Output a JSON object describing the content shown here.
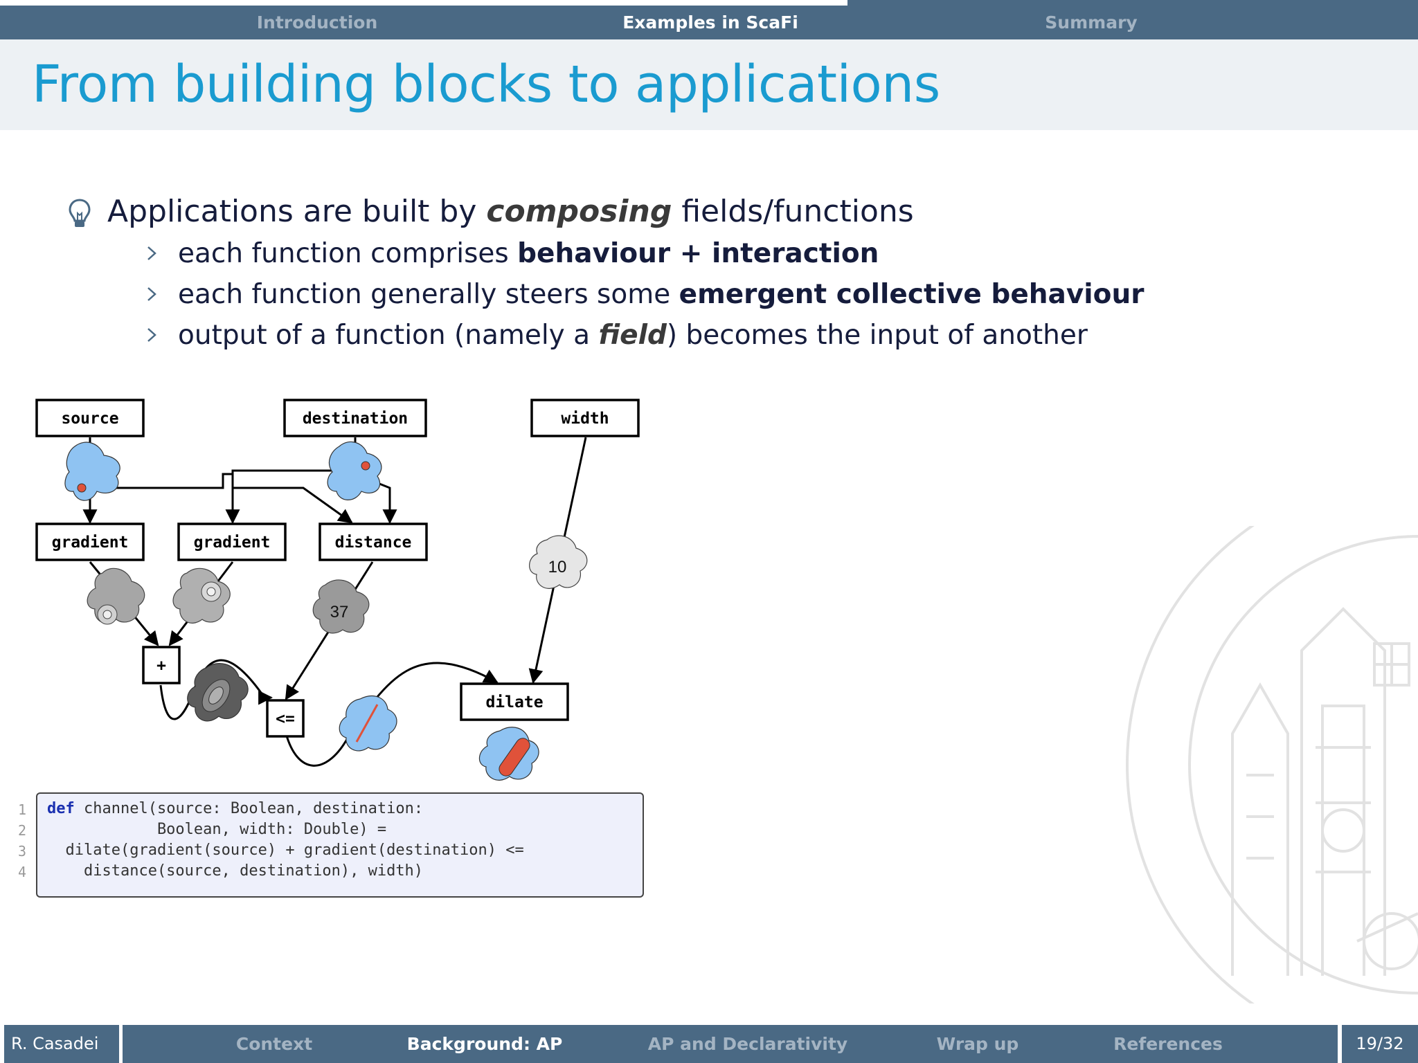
{
  "header": {
    "sections": [
      "Introduction",
      "Examples in ScaFi",
      "Summary"
    ],
    "active_section": "Examples in ScaFi"
  },
  "slide": {
    "title": "From building blocks to applications",
    "bullet": {
      "pre": "Applications are built by ",
      "emph": "composing",
      "post": " fields/functions"
    },
    "subbullets": [
      {
        "pre": "each function comprises ",
        "bold": "behaviour + interaction",
        "post": ""
      },
      {
        "pre": "each function generally steers some ",
        "bold": "emergent collective behaviour",
        "post": ""
      },
      {
        "pre": "output of a function (namely a ",
        "emph": "field",
        "post": ") becomes the input of another"
      }
    ]
  },
  "diagram": {
    "boxes": {
      "source": "source",
      "destination": "destination",
      "width": "width",
      "gradient1": "gradient",
      "gradient2": "gradient",
      "distance": "distance",
      "plus": "+",
      "lte": "<=",
      "dilate": "dilate"
    },
    "values": {
      "distance_value": "37",
      "width_value": "10"
    }
  },
  "code": {
    "line_numbers": [
      "1",
      "2",
      "3",
      "4"
    ],
    "keyword": "def",
    "line1_rest": " channel(source: Boolean, destination:",
    "line2": "            Boolean, width: Double) =",
    "line3": "  dilate(gradient(source) + gradient(destination) <=",
    "line4": "    distance(source, destination), width)"
  },
  "footer": {
    "author": "R. Casadei",
    "sections": [
      "Context",
      "Background: AP",
      "AP and Declarativity",
      "Wrap up",
      "References"
    ],
    "active_section": "Background: AP",
    "page": "19/32"
  },
  "colors": {
    "nav_bar": "#4a6984",
    "title": "#1a9bd0",
    "field_blob": "#8fc3f2",
    "source_dot": "#e0523a"
  }
}
